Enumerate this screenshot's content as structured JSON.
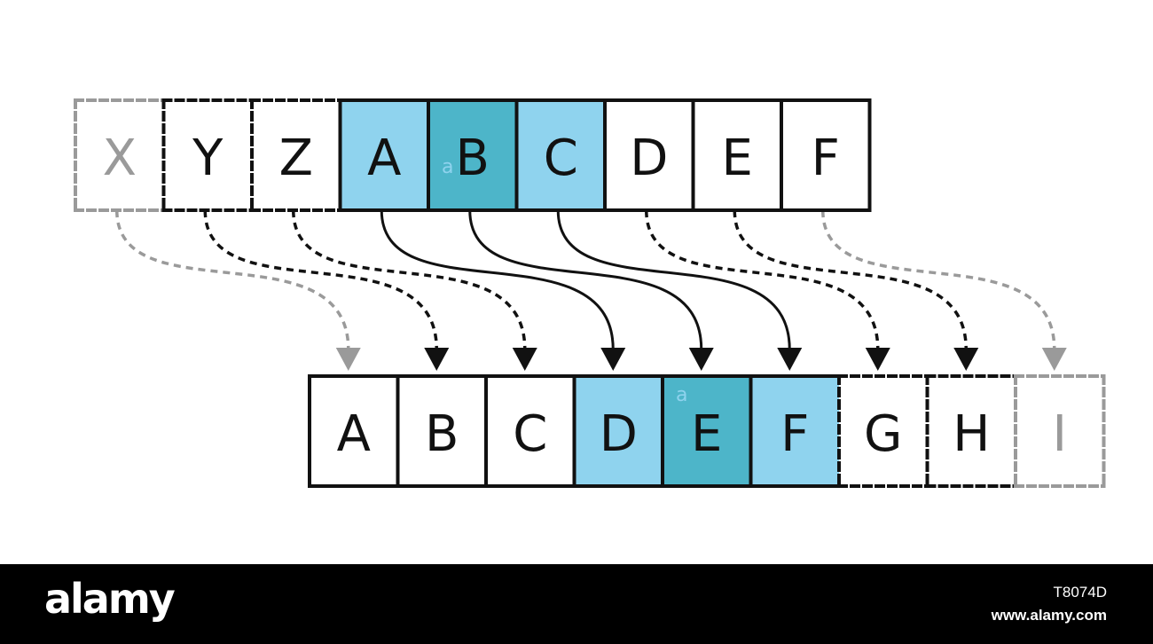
{
  "diagram": {
    "top_row": [
      {
        "letter": "X",
        "style": "faded"
      },
      {
        "letter": "Y",
        "style": "dashed"
      },
      {
        "letter": "Z",
        "style": "dashed"
      },
      {
        "letter": "A",
        "style": "solid",
        "fill": "#8fd3ee"
      },
      {
        "letter": "B",
        "style": "solid",
        "fill": "#4db5c9"
      },
      {
        "letter": "C",
        "style": "solid",
        "fill": "#8fd3ee"
      },
      {
        "letter": "D",
        "style": "solid"
      },
      {
        "letter": "E",
        "style": "solid"
      },
      {
        "letter": "F",
        "style": "solid"
      }
    ],
    "bottom_row": [
      {
        "letter": "A",
        "style": "solid"
      },
      {
        "letter": "B",
        "style": "solid"
      },
      {
        "letter": "C",
        "style": "solid"
      },
      {
        "letter": "D",
        "style": "solid",
        "fill": "#8fd3ee"
      },
      {
        "letter": "E",
        "style": "solid",
        "fill": "#4db5c9"
      },
      {
        "letter": "F",
        "style": "solid",
        "fill": "#8fd3ee"
      },
      {
        "letter": "G",
        "style": "dashed"
      },
      {
        "letter": "H",
        "style": "dashed"
      },
      {
        "letter": "I",
        "style": "faded"
      }
    ],
    "mappings": [
      {
        "from": 0,
        "to": 0,
        "style": "faded"
      },
      {
        "from": 1,
        "to": 1,
        "style": "dashed"
      },
      {
        "from": 2,
        "to": 2,
        "style": "dashed"
      },
      {
        "from": 3,
        "to": 3,
        "style": "solid"
      },
      {
        "from": 4,
        "to": 4,
        "style": "solid"
      },
      {
        "from": 5,
        "to": 5,
        "style": "solid"
      },
      {
        "from": 6,
        "to": 6,
        "style": "dashed"
      },
      {
        "from": 7,
        "to": 7,
        "style": "dashed"
      },
      {
        "from": 8,
        "to": 8,
        "style": "faded"
      }
    ],
    "highlight_marker": "a",
    "colors": {
      "light_fill": "#8fd3ee",
      "dark_fill": "#4db5c9",
      "stroke": "#111111",
      "faded_stroke": "#9a9a9a",
      "faded_text": "#9a9a9a"
    }
  },
  "footer": {
    "brand": "alamy",
    "image_id": "T8074D",
    "site": "www.alamy.com"
  }
}
